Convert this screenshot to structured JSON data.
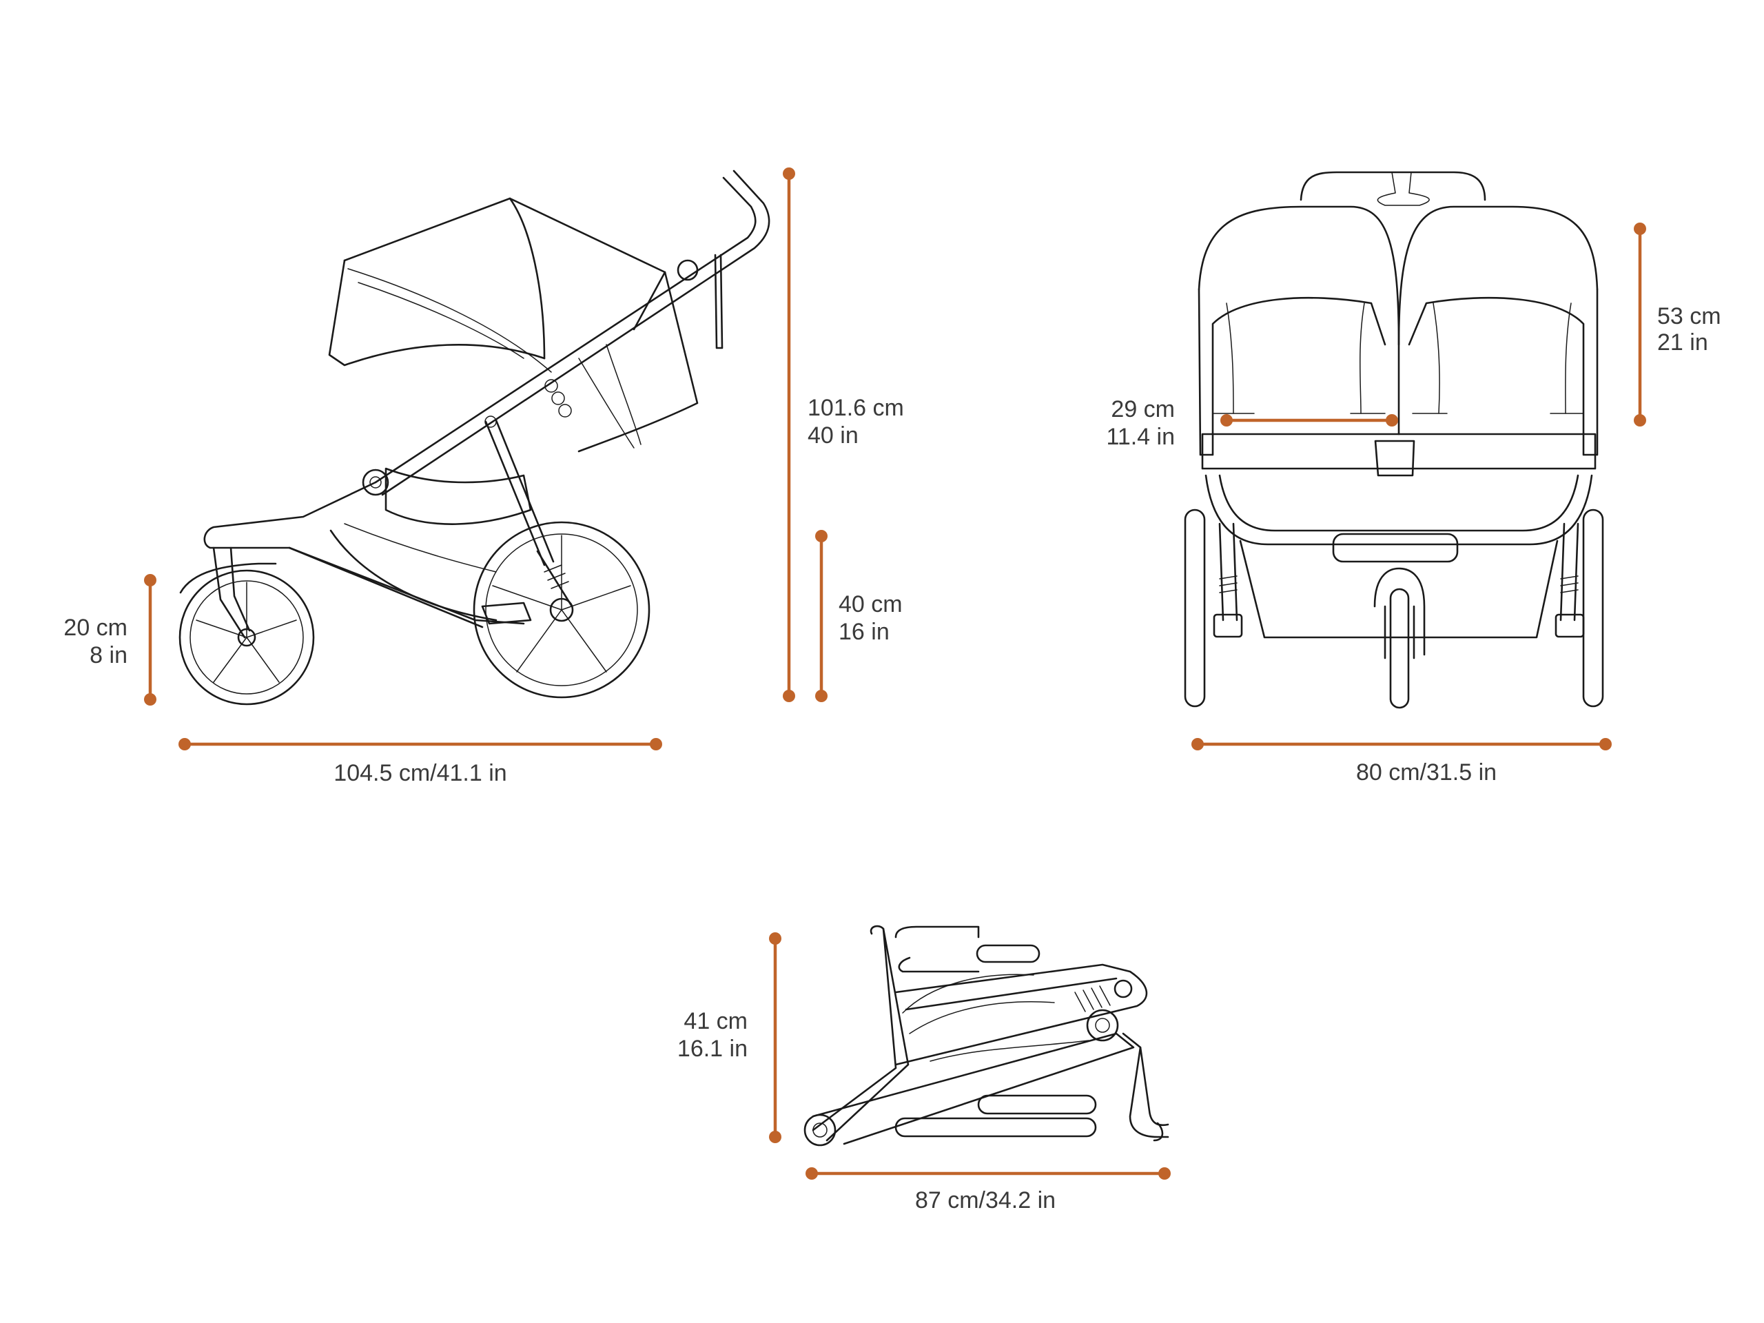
{
  "accent_color": "#c0642a",
  "line_color": "#1a1a1a",
  "text_color": "#3a3a3a",
  "side_view": {
    "overall_height": {
      "cm": "101.6 cm",
      "in": "40 in"
    },
    "seat_height": {
      "cm": "40 cm",
      "in": "16 in"
    },
    "front_wheel_diameter": {
      "cm": "20 cm",
      "in": "8 in"
    },
    "length": "104.5 cm/41.1 in"
  },
  "front_view": {
    "seat_back_height": {
      "cm": "53 cm",
      "in": "21 in"
    },
    "seat_width": {
      "cm": "29 cm",
      "in": "11.4 in"
    },
    "width": "80 cm/31.5 in"
  },
  "folded_view": {
    "height": {
      "cm": "41 cm",
      "in": "16.1 in"
    },
    "length": "87 cm/34.2 in"
  }
}
